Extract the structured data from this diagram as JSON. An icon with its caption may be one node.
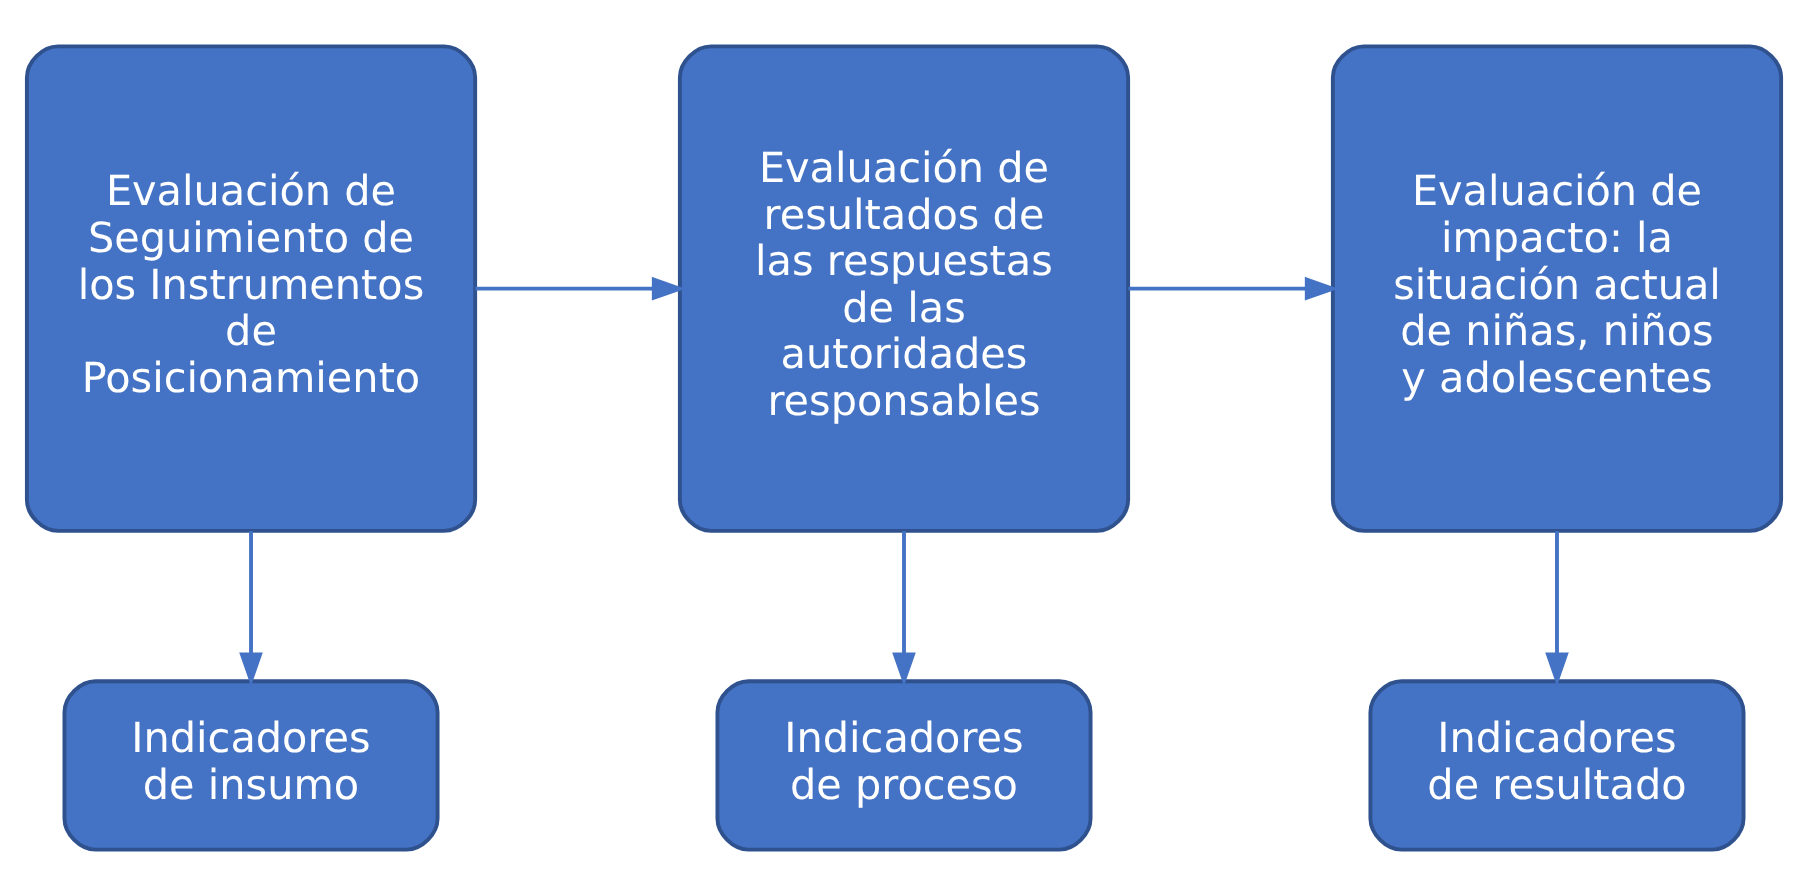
{
  "diagram": {
    "nodes": [
      {
        "text": [
          "Evaluación de Seguimiento de los Instrumentos de Posicionamiento"
        ]
      },
      {
        "text": [
          "Evaluación de resultados de las respuestas de las autoridades responsables"
        ]
      },
      {
        "text": [
          "Evaluación de impacto: la situación actual de niñas, niños y adolescentes"
        ]
      },
      {
        "text": [
          "Indicadores de insumo"
        ]
      },
      {
        "text": [
          "Indicadores de proceso"
        ]
      },
      {
        "text": [
          "Indicadores de resultado"
        ]
      }
    ],
    "edges": [
      {
        "from": 0,
        "to": 1,
        "arrow": "to"
      },
      {
        "from": 1,
        "to": 2,
        "arrow": "to"
      },
      {
        "from": 0,
        "to": 3,
        "arrow": "to"
      },
      {
        "from": 1,
        "to": 4,
        "arrow": "to"
      },
      {
        "from": 2,
        "to": 5,
        "arrow": "to"
      }
    ]
  }
}
